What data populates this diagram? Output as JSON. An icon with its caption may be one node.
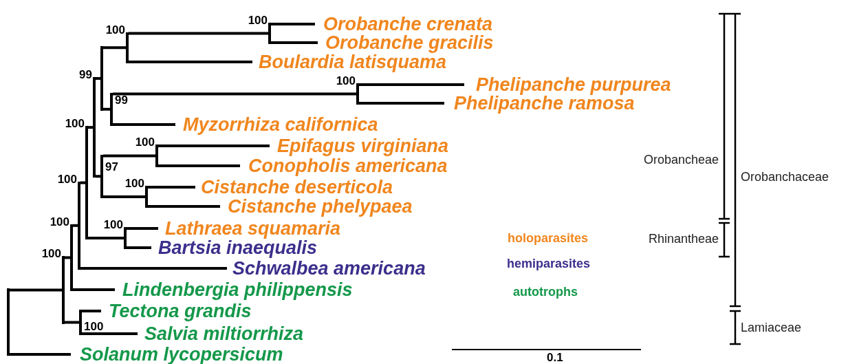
{
  "diagram": {
    "nodes": [
      {
        "text": [
          "Orobanche crenata"
        ]
      },
      {
        "text": [
          "Orobanche gracilis"
        ]
      },
      {
        "text": [
          "Boulardia latisquama"
        ]
      },
      {
        "text": [
          "Phelipanche purpurea"
        ]
      },
      {
        "text": [
          "Phelipanche ramosa"
        ]
      },
      {
        "text": [
          "Myzorrhiza californica"
        ]
      },
      {
        "text": [
          "Epifagus virginiana"
        ]
      },
      {
        "text": [
          "Conopholis americana"
        ]
      },
      {
        "text": [
          "Cistanche deserticola"
        ]
      },
      {
        "text": [
          "Cistanche phelypaea"
        ]
      },
      {
        "text": [
          "Lathraea squamaria"
        ]
      },
      {
        "text": [
          "Bartsia inaequalis"
        ]
      },
      {
        "text": [
          "Schwalbea americana"
        ]
      },
      {
        "text": [
          "Lindenbergia philippensis"
        ]
      },
      {
        "text": [
          "Tectona grandis"
        ]
      },
      {
        "text": [
          "Salvia miltiorrhiza"
        ]
      },
      {
        "text": [
          "Solanum lycopersicum"
        ]
      },
      {
        "text": [],
        "shape": "bar"
      },
      {
        "text": [],
        "shape": "bar",
        "beside": [
          "100"
        ]
      },
      {
        "text": [],
        "shape": "bar",
        "beside": [
          "100"
        ]
      },
      {
        "text": [],
        "shape": "bar",
        "beside": [
          "100"
        ]
      },
      {
        "text": [],
        "shape": "bar",
        "beside": [
          "100"
        ]
      },
      {
        "text": [],
        "shape": "bar",
        "beside": [
          "99"
        ]
      },
      {
        "text": [],
        "shape": "bar"
      },
      {
        "text": [],
        "shape": "bar",
        "beside": [
          "100"
        ]
      },
      {
        "text": [],
        "shape": "bar",
        "beside": [
          "100"
        ]
      },
      {
        "text": [],
        "shape": "bar",
        "beside": [
          "99"
        ]
      },
      {
        "text": [],
        "shape": "bar",
        "beside": [
          "100"
        ]
      },
      {
        "text": [],
        "shape": "bar",
        "beside": [
          "97"
        ]
      },
      {
        "text": [],
        "shape": "bar",
        "beside": [
          "100"
        ]
      },
      {
        "text": [],
        "shape": "bar",
        "beside": [
          "100"
        ]
      },
      {
        "text": [],
        "shape": "bar",
        "beside": [
          "100"
        ]
      },
      {
        "text": [],
        "shape": "bar",
        "beside": [
          "100"
        ]
      }
    ],
    "edges": [
      {
        "from": 17,
        "to": 18,
        "arrow": "none"
      },
      {
        "from": 17,
        "to": 16,
        "arrow": "none"
      },
      {
        "from": 18,
        "to": 19,
        "arrow": "none"
      },
      {
        "from": 18,
        "to": 32,
        "arrow": "none"
      },
      {
        "from": 19,
        "to": 20,
        "arrow": "none"
      },
      {
        "from": 19,
        "to": 13,
        "arrow": "none"
      },
      {
        "from": 20,
        "to": 21,
        "arrow": "none"
      },
      {
        "from": 20,
        "to": 12,
        "arrow": "none"
      },
      {
        "from": 21,
        "to": 22,
        "arrow": "none"
      },
      {
        "from": 21,
        "to": 31,
        "arrow": "none"
      },
      {
        "from": 22,
        "to": 23,
        "arrow": "none"
      },
      {
        "from": 22,
        "to": 28,
        "arrow": "none"
      },
      {
        "from": 23,
        "to": 24,
        "arrow": "none"
      },
      {
        "from": 23,
        "to": 26,
        "arrow": "none"
      },
      {
        "from": 24,
        "to": 25,
        "arrow": "none"
      },
      {
        "from": 24,
        "to": 2,
        "arrow": "none"
      },
      {
        "from": 25,
        "to": 0,
        "arrow": "none"
      },
      {
        "from": 25,
        "to": 1,
        "arrow": "none"
      },
      {
        "from": 26,
        "to": 27,
        "arrow": "none"
      },
      {
        "from": 26,
        "to": 5,
        "arrow": "none"
      },
      {
        "from": 27,
        "to": 3,
        "arrow": "none"
      },
      {
        "from": 27,
        "to": 4,
        "arrow": "none"
      },
      {
        "from": 28,
        "to": 29,
        "arrow": "none"
      },
      {
        "from": 28,
        "to": 30,
        "arrow": "none"
      },
      {
        "from": 29,
        "to": 6,
        "arrow": "none"
      },
      {
        "from": 29,
        "to": 7,
        "arrow": "none"
      },
      {
        "from": 30,
        "to": 8,
        "arrow": "none"
      },
      {
        "from": 30,
        "to": 9,
        "arrow": "none"
      },
      {
        "from": 31,
        "to": 10,
        "arrow": "none"
      },
      {
        "from": 31,
        "to": 11,
        "arrow": "none"
      },
      {
        "from": 32,
        "to": 14,
        "arrow": "none"
      },
      {
        "from": 32,
        "to": 15,
        "arrow": "none"
      }
    ],
    "labels": [
      "Orobancheae",
      "Orobanchaceae",
      "Rhinantheae",
      "Lamiaceae",
      "0.1"
    ],
    "legend": [
      {
        "text": "holoparasites",
        "color": "#f0861e"
      },
      {
        "text": "hemiparasites",
        "color": "#3b2f8c"
      },
      {
        "text": "autotrophs",
        "color": "#14984a"
      }
    ]
  }
}
